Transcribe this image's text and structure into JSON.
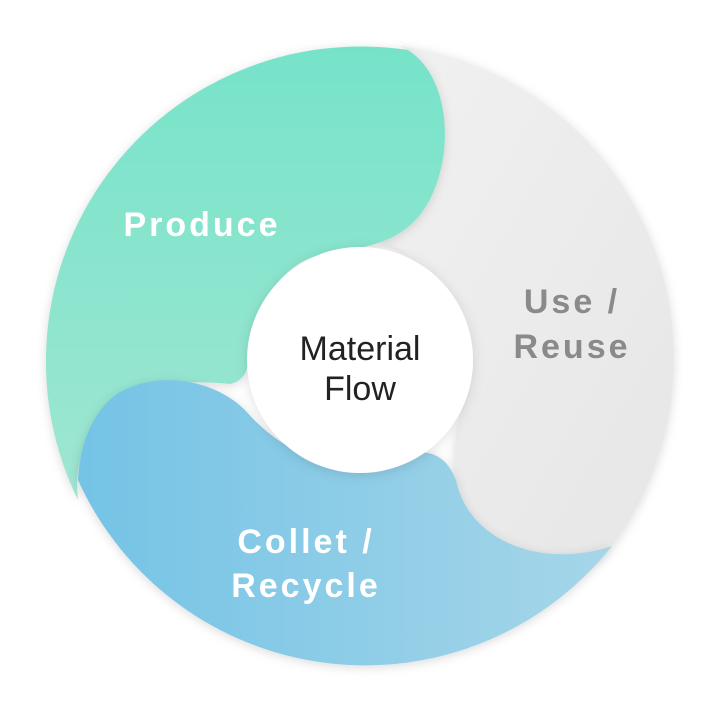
{
  "diagram": {
    "center": {
      "line1": "Material",
      "line2": "Flow"
    },
    "segments": [
      {
        "id": "produce",
        "line1": "Produce",
        "line2": "",
        "color": "#7fe3c9",
        "text_color": "#ffffff"
      },
      {
        "id": "use-reuse",
        "line1": "Use /",
        "line2": "Reuse",
        "color": "#ececec",
        "text_color": "#8a8a8a"
      },
      {
        "id": "collect-recycle",
        "line1": "Collet /",
        "line2": "Recycle",
        "color": "#8ccbe6",
        "text_color": "#ffffff"
      }
    ]
  }
}
